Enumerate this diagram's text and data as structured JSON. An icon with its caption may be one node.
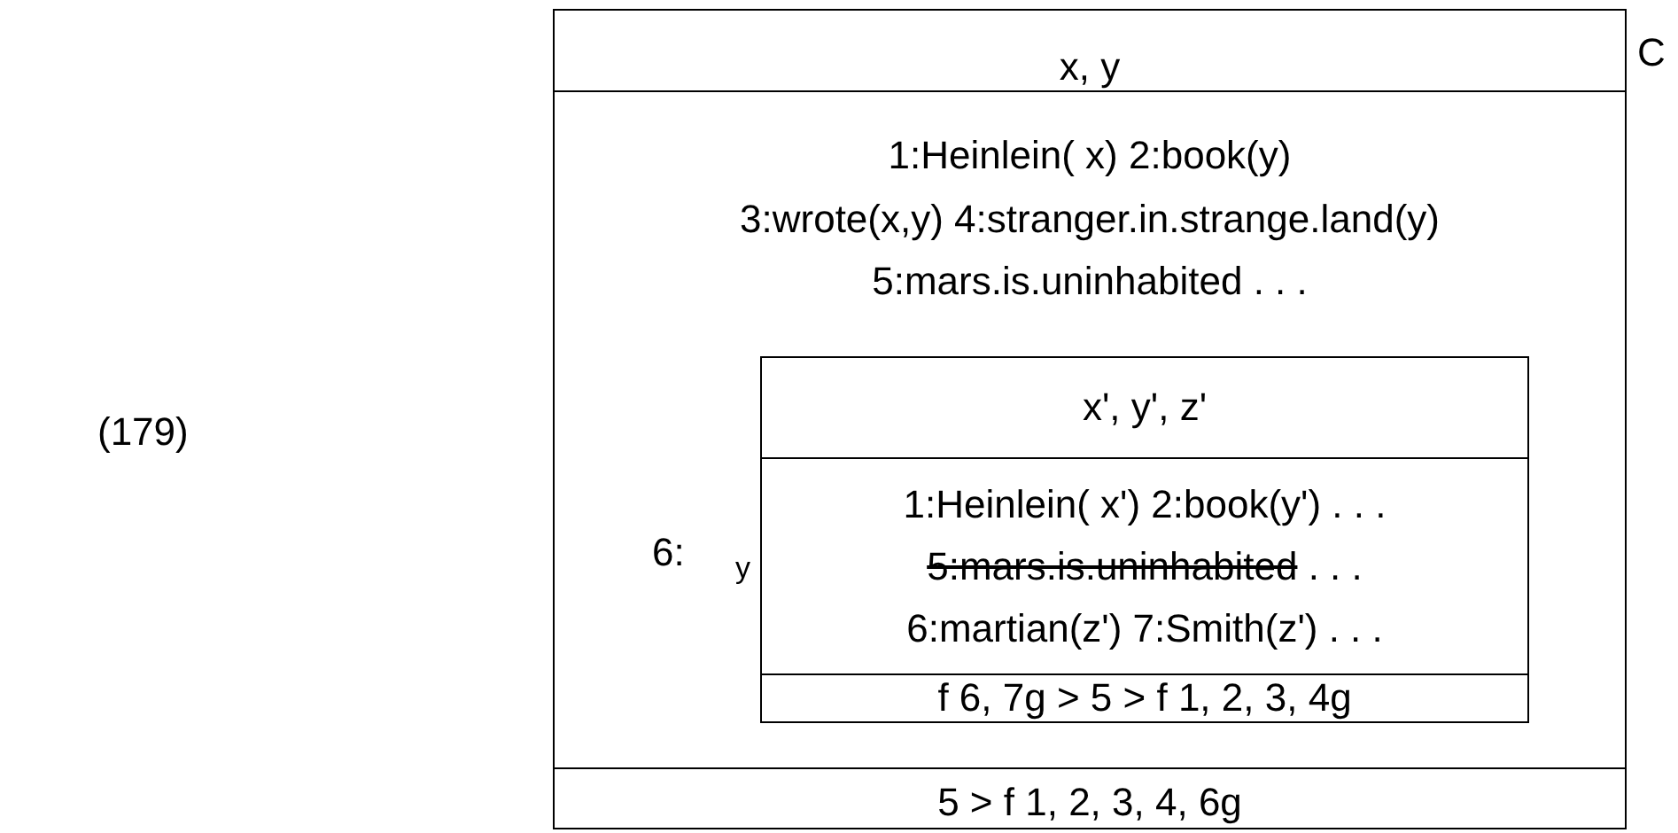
{
  "diagram": {
    "nodes": [
      {
        "text": [
          "x, y",
          "1:Heinlein( x)  2:book(y)",
          "3:wrote(x,y)  4:stranger.in.strange.land(y)",
          "5:mars.is.uninhabited  . . .",
          "5 >  f 1, 2, 3, 4, 6g"
        ],
        "beside": [
          "C"
        ]
      },
      {
        "text": [
          "x', y', z'",
          "1:Heinlein( x')  2:book(y')  . . .",
          "5:mars.is.uninhabited  . . .",
          "6:martian(z')  7:Smith(z')  . . .",
          "f 6, 7g > 5 >  f 1, 2, 3, 4g"
        ],
        "in": 0
      }
    ],
    "labels": [
      "(179)",
      "6:",
      "y"
    ]
  }
}
